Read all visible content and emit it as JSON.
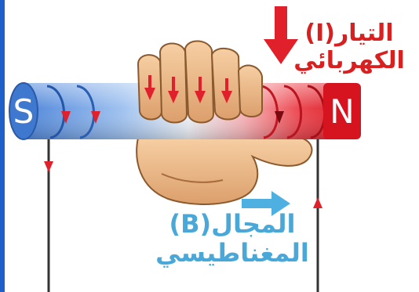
{
  "poles": {
    "south": "S",
    "north": "N"
  },
  "labels": {
    "current_line1": "التيار(I)",
    "current_line2": "الكهربائي",
    "field_line1": "المجال(B)",
    "field_line2": "المغناطيسي"
  },
  "colors": {
    "south_pole": "#4a82d8",
    "north_pole": "#e8202a",
    "current_arrow": "#e0202a",
    "current_label": "#d92020",
    "field_arrow": "#4db0e0",
    "field_label": "#4aa8d8",
    "wire": "#333333",
    "hand_skin": "#e8b485",
    "hand_outline": "#8a5a2e",
    "frame_left": "#1f5fc8"
  },
  "icons": {
    "hand": "right-hand-fist-icon",
    "current": "arrow-down-icon",
    "field": "arrow-right-icon"
  }
}
